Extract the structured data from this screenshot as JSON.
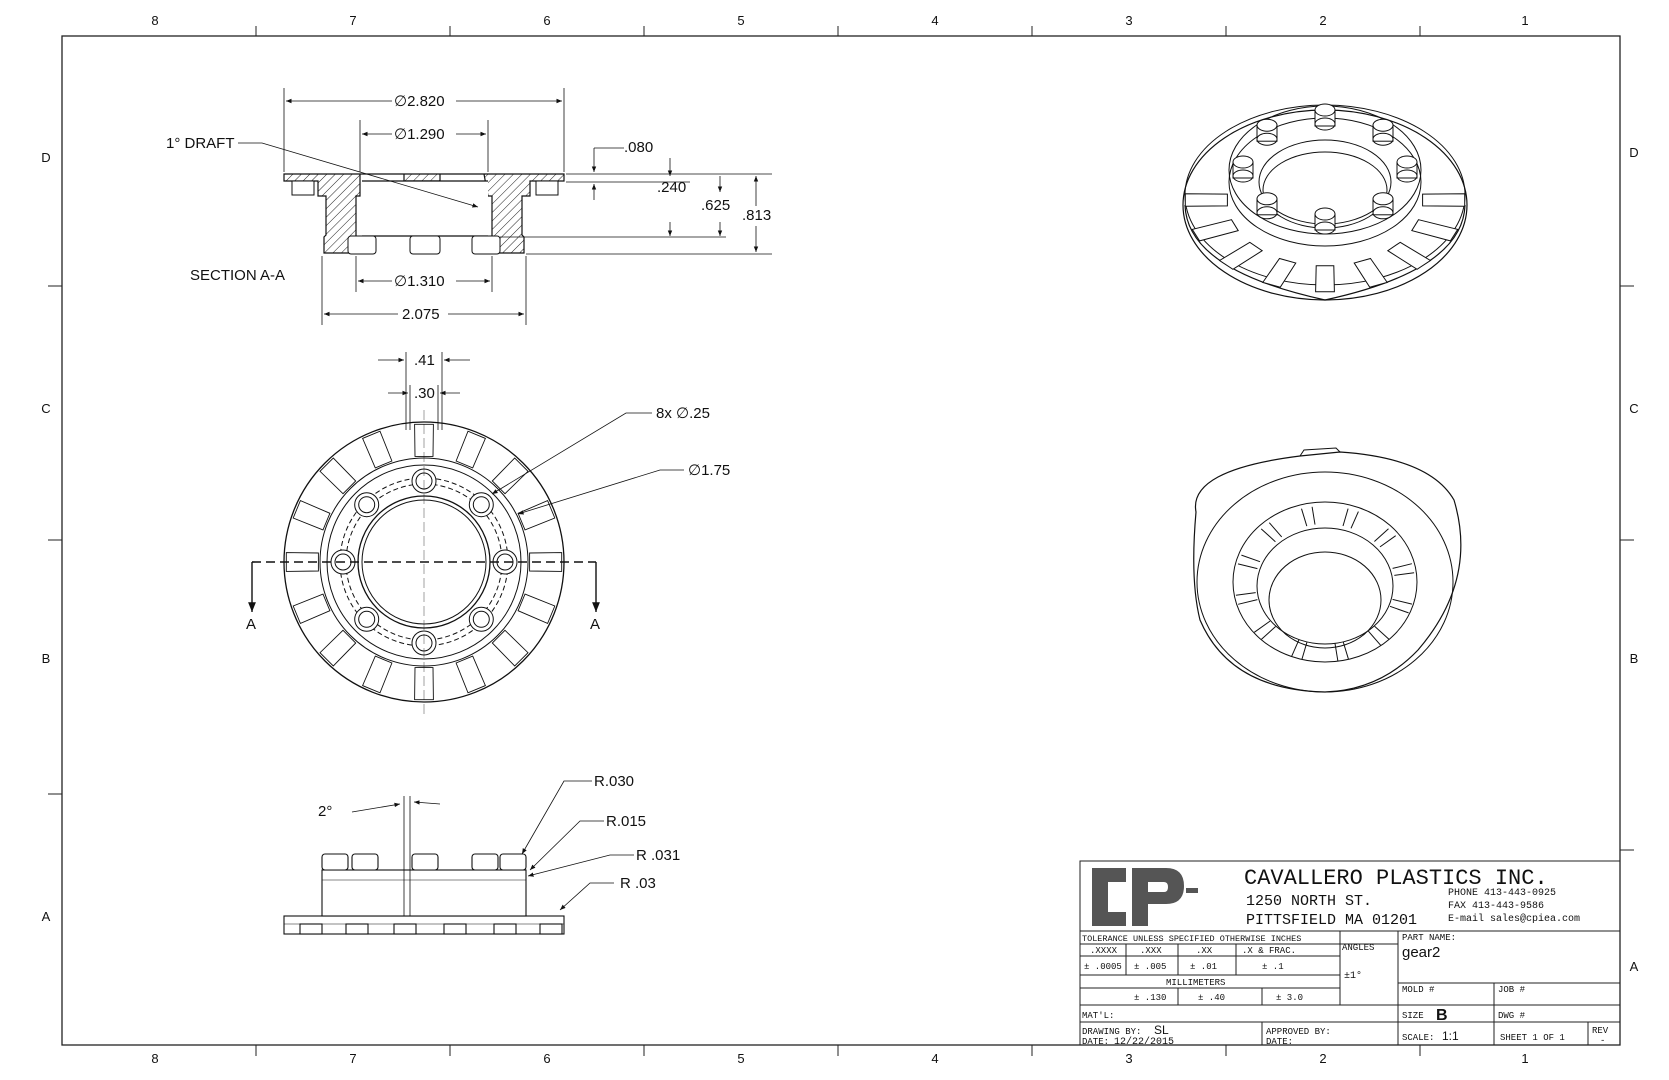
{
  "border": {
    "top_cols": [
      "8",
      "7",
      "6",
      "5",
      "4",
      "3",
      "2",
      "1"
    ],
    "bottom_cols": [
      "8",
      "7",
      "6",
      "5",
      "4",
      "3",
      "2",
      "1"
    ],
    "left_rows": [
      "D",
      "C",
      "B",
      "A"
    ],
    "right_rows": [
      "D",
      "C",
      "B",
      "A"
    ]
  },
  "section_view": {
    "dia_outer": "∅2.820",
    "dia_inner": "∅1.290",
    "draft_note": "1° DRAFT",
    "dim_080": ".080",
    "dim_240": ".240",
    "dim_625": ".625",
    "dim_813": ".813",
    "title": "SECTION A-A",
    "dia_bottom": "∅1.310",
    "width": "2.075"
  },
  "top_view": {
    "dim_41": ".41",
    "dim_30": ".30",
    "holes_note": "8x ∅.25",
    "bolt_circle": "∅1.75",
    "cut_left": "A",
    "cut_right": "A"
  },
  "side_view": {
    "angle": "2°",
    "r030": "R.030",
    "r015": "R.015",
    "r031": "R .031",
    "r03": "R .03"
  },
  "title_block": {
    "company": "CAVALLERO PLASTICS INC.",
    "address1": "1250 NORTH ST.",
    "address2": "PITTSFIELD MA 01201",
    "phone": "PHONE 413-443-0925",
    "fax": "FAX   413-443-9586",
    "email": "E-mail sales@cpiea.com",
    "tolerance_header": "TOLERANCE UNLESS SPECIFIED OTHERWISE INCHES",
    "col_xxxx": ".XXXX",
    "col_xxx": ".XXX",
    "col_xx": ".XX",
    "col_x_frac": ".X & FRAC.",
    "col_angles": "ANGLES",
    "tol_xxxx": "± .0005",
    "tol_xxx": "± .005",
    "tol_xx": "± .01",
    "tol_x": "± .1",
    "tol_angle": "±1°",
    "millimeters": "MILLIMETERS",
    "mm_1": "± .130",
    "mm_2": "± .40",
    "mm_3": "± 3.0",
    "part_name_label": "PART NAME:",
    "part_name": "gear2",
    "mold_label": "MOLD #",
    "job_label": "JOB #",
    "matl_label": "MAT'L:",
    "size_label": "SIZE",
    "size_value": "B",
    "dwg_label": "DWG #",
    "rev_label": "REV",
    "rev_value": "-",
    "drawing_by_label": "DRAWING BY:",
    "drawing_by": "SL",
    "date_label": "DATE:",
    "date": "12/22/2015",
    "approved_label": "APPROVED BY:",
    "approved_date_label": "DATE:",
    "scale_label": "SCALE:",
    "scale_value": "1:1",
    "sheet": "SHEET 1 OF 1"
  }
}
